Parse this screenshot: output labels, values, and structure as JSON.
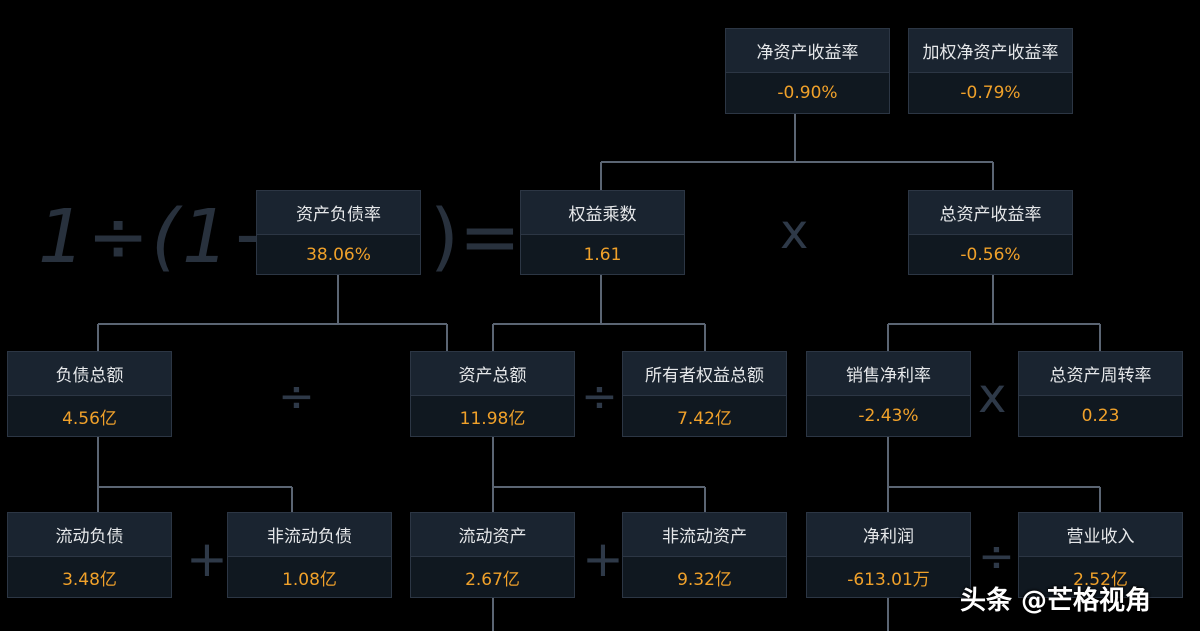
{
  "colors": {
    "background": "#000000",
    "value": "#f0a12a",
    "label": "#e6e8ea",
    "line": "#5b6573"
  },
  "formula": {
    "left": "1÷(1−",
    "right": ")="
  },
  "operators": {
    "times": "x",
    "divide": "÷",
    "plus": "+"
  },
  "nodes": {
    "roe": {
      "label": "净资产收益率",
      "value": "-0.90%"
    },
    "weighted_roe": {
      "label": "加权净资产收益率",
      "value": "-0.79%"
    },
    "debt_ratio": {
      "label": "资产负债率",
      "value": "38.06%"
    },
    "equity_multiplier": {
      "label": "权益乘数",
      "value": "1.61"
    },
    "roa": {
      "label": "总资产收益率",
      "value": "-0.56%"
    },
    "total_liabilities": {
      "label": "负债总额",
      "value": "4.56亿"
    },
    "total_assets": {
      "label": "资产总额",
      "value": "11.98亿"
    },
    "owners_equity": {
      "label": "所有者权益总额",
      "value": "7.42亿"
    },
    "net_margin": {
      "label": "销售净利率",
      "value": "-2.43%"
    },
    "asset_turnover": {
      "label": "总资产周转率",
      "value": "0.23"
    },
    "current_liabilities": {
      "label": "流动负债",
      "value": "3.48亿"
    },
    "noncurrent_liabilities": {
      "label": "非流动负债",
      "value": "1.08亿"
    },
    "current_assets": {
      "label": "流动资产",
      "value": "2.67亿"
    },
    "noncurrent_assets": {
      "label": "非流动资产",
      "value": "9.32亿"
    },
    "net_profit": {
      "label": "净利润",
      "value": "-613.01万"
    },
    "revenue": {
      "label": "营业收入",
      "value": "2.52亿"
    }
  },
  "watermark": "头条 @芒格视角"
}
